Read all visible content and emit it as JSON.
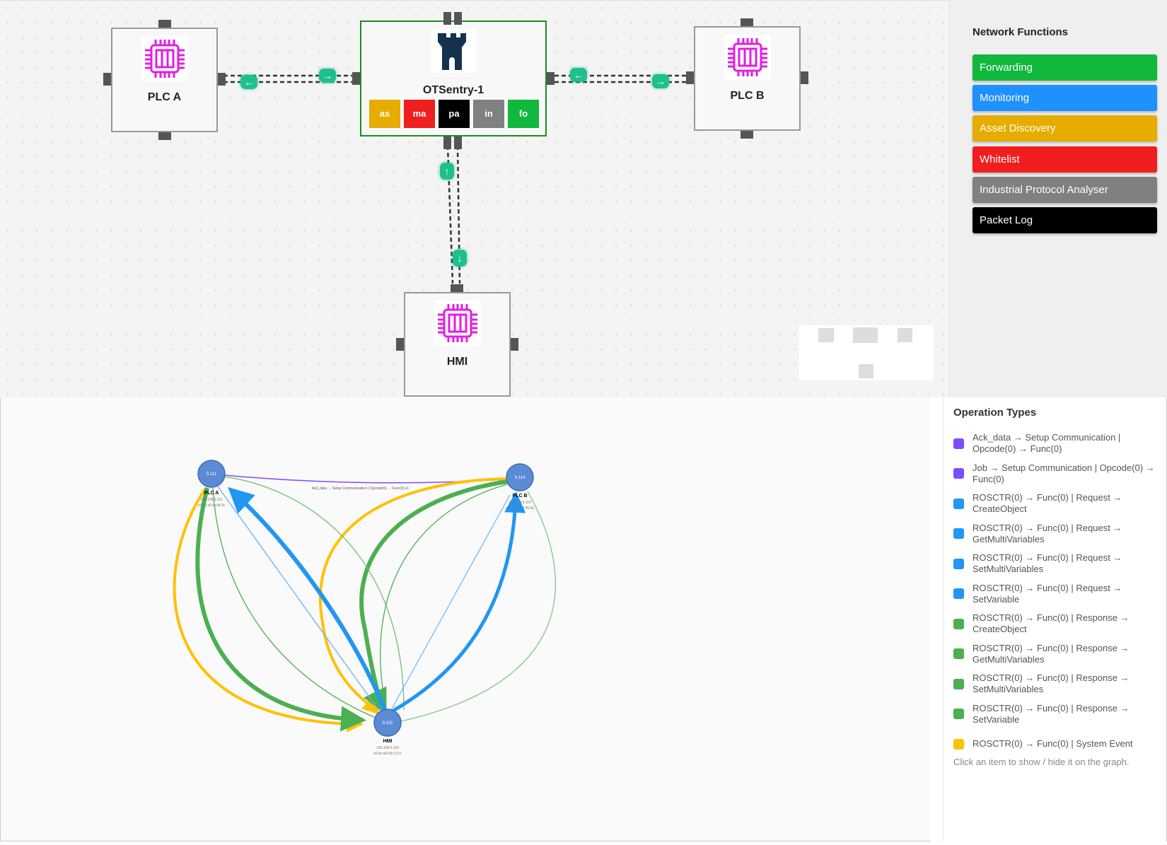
{
  "canvas": {
    "nodes": [
      {
        "label": "PLC A",
        "icon": "chip-icon"
      },
      {
        "label": "OTSentry-1",
        "icon": "castle-tower-icon",
        "functions": [
          {
            "label": "as",
            "color": "#e6ac00"
          },
          {
            "label": "ma",
            "color": "#f01e1e"
          },
          {
            "label": "pa",
            "color": "#000000"
          },
          {
            "label": "in",
            "color": "#808080"
          },
          {
            "label": "fo",
            "color": "#10b83c"
          }
        ]
      },
      {
        "label": "PLC B",
        "icon": "chip-icon"
      },
      {
        "label": "HMI",
        "icon": "chip-icon"
      }
    ],
    "arrows": {
      "left": "←",
      "right": "→",
      "up": "↑",
      "down": "↓"
    }
  },
  "sidebar": {
    "title": "Network Functions",
    "buttons": [
      {
        "label": "Forwarding",
        "color": "#10b83c"
      },
      {
        "label": "Monitoring",
        "color": "#1e90ff"
      },
      {
        "label": "Asset Discovery",
        "color": "#e6ac00"
      },
      {
        "label": "Whitelist",
        "color": "#f01e1e"
      },
      {
        "label": "Industrial Protocol Analyser",
        "color": "#808080"
      },
      {
        "label": "Packet Log",
        "color": "#000000"
      }
    ]
  },
  "graph": {
    "nodes": [
      {
        "id": "9.111",
        "name": "PLC A",
        "ip": "192.168.9.111",
        "mac": "e0:dc:a0:ee:bf:3c"
      },
      {
        "id": "9.114",
        "name": "PLC B",
        "ip": "192.168.9.114",
        "mac": "e0:dc:a0:97:45:0a"
      },
      {
        "id": "9.110",
        "name": "HMI",
        "ip": "192.168.9.110",
        "mac": "e0:dc:a0:59:c1:57"
      }
    ],
    "edge_label": "Ack_data → Setup Communication | Opcode(0) → Func(0) x1"
  },
  "legend": {
    "title": "Operation Types",
    "items": [
      {
        "label": "Ack_data → Setup Communication | Opcode(0) → Func(0)",
        "color": "#7c4dff"
      },
      {
        "label": "Job → Setup Communication | Opcode(0) → Func(0)",
        "color": "#7c4dff"
      },
      {
        "label": "ROSCTR(0) → Func(0) | Request → CreateObject",
        "color": "#2196f3"
      },
      {
        "label": "ROSCTR(0) → Func(0) | Request → GetMultiVariables",
        "color": "#2196f3"
      },
      {
        "label": "ROSCTR(0) → Func(0) | Request → SetMultiVariables",
        "color": "#2196f3"
      },
      {
        "label": "ROSCTR(0) → Func(0) | Request → SetVariable",
        "color": "#2196f3"
      },
      {
        "label": "ROSCTR(0) → Func(0) | Response → CreateObject",
        "color": "#4caf50"
      },
      {
        "label": "ROSCTR(0) → Func(0) | Response → GetMultiVariables",
        "color": "#4caf50"
      },
      {
        "label": "ROSCTR(0) → Func(0) | Response → SetMultiVariables",
        "color": "#4caf50"
      },
      {
        "label": "ROSCTR(0) → Func(0) | Response → SetVariable",
        "color": "#4caf50"
      },
      {
        "label": "ROSCTR(0) → Func(0) | System Event",
        "color": "#ffc107"
      }
    ],
    "hint": "Click an item to show / hide it on the graph."
  }
}
